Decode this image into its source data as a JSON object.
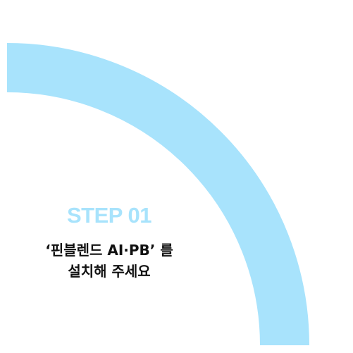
{
  "colors": {
    "accent": "#A8E3FC",
    "step": "#A8E3FC",
    "text": "#111111",
    "background": "#FFFFFF"
  },
  "step": {
    "label": "STEP 01"
  },
  "instruction": {
    "line1": "‘핀블렌드 AI·PB’ 를",
    "line2": "설치해 주세요"
  }
}
